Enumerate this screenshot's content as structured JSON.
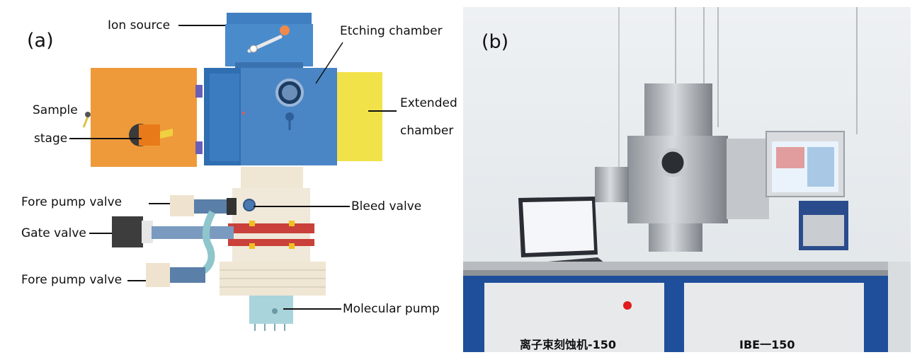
{
  "panel_a": {
    "letter": "(a)",
    "labels": {
      "ion_source": "Ion source",
      "etching_chamber": "Etching chamber",
      "sample_stage_line1": "Sample",
      "sample_stage_line2": "stage",
      "extended_chamber_line1": "Extended",
      "extended_chamber_line2": "chamber",
      "fore_pump_valve_top": "Fore pump valve",
      "bleed_valve": "Bleed valve",
      "gate_valve": "Gate valve",
      "fore_pump_valve_bottom": "Fore pump valve",
      "molecular_pump": "Molecular pump"
    }
  },
  "panel_b": {
    "letter": "(b)",
    "cabinet_label_left": "离子束刻蚀机-150",
    "cabinet_label_right": "IBE一150"
  },
  "colors": {
    "chamber_blue": "#4a86c6",
    "stage_orange": "#ef9a3a",
    "extended_yellow": "#f2e24a",
    "pump_cream": "#efe6d4",
    "cabinet_blue": "#1f4f9a",
    "led_red": "#e11b1b"
  }
}
